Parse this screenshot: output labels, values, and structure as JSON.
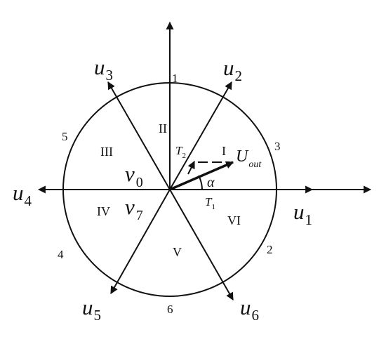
{
  "basic_vectors": [
    {
      "name": "u1",
      "base": "u",
      "sub": "1"
    },
    {
      "name": "u2",
      "base": "u",
      "sub": "2"
    },
    {
      "name": "u3",
      "base": "u",
      "sub": "3"
    },
    {
      "name": "u4",
      "base": "u",
      "sub": "4"
    },
    {
      "name": "u5",
      "base": "u",
      "sub": "5"
    },
    {
      "name": "u6",
      "base": "u",
      "sub": "6"
    }
  ],
  "sector_numbers": [
    "1",
    "2",
    "3",
    "4",
    "5",
    "6"
  ],
  "sector_roman": [
    "I",
    "II",
    "III",
    "IV",
    "V",
    "VI"
  ],
  "zero_vectors": [
    {
      "base": "v",
      "sub": "0"
    },
    {
      "base": "v",
      "sub": "7"
    }
  ],
  "output_vector": {
    "base": "U",
    "sub": "out"
  },
  "components": [
    {
      "base": "T",
      "sub": "1"
    },
    {
      "base": "T",
      "sub": "2"
    }
  ],
  "angle_label": "α",
  "colors": {
    "stroke": "#111111",
    "background": "#ffffff"
  }
}
